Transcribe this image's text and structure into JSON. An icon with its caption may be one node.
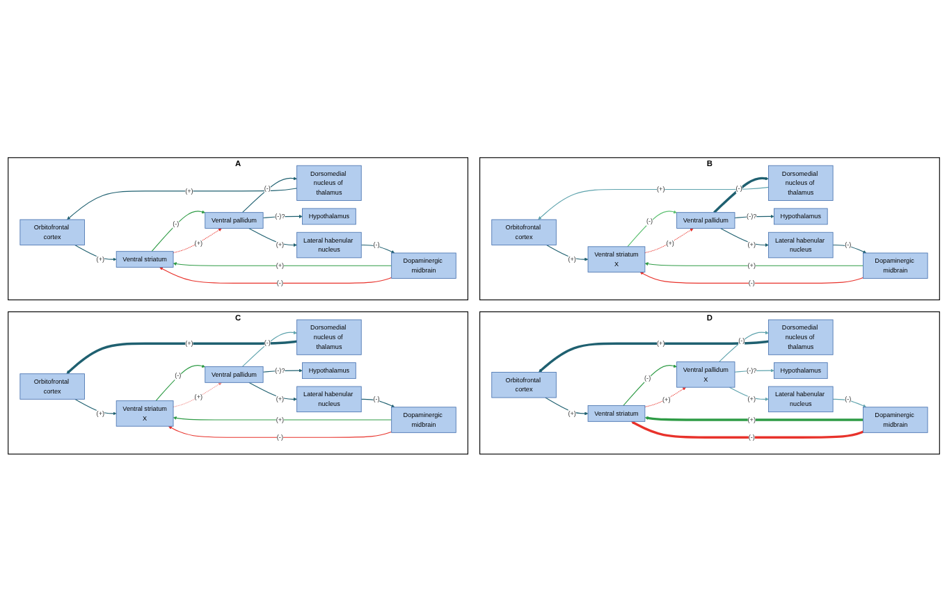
{
  "diagram": {
    "nodes": [
      {
        "text": [
          "A"
        ]
      },
      {
        "text": [
          "Orbitofrontal cortex"
        ],
        "in": 0
      },
      {
        "text": [
          "Ventral striatum"
        ],
        "in": 0
      },
      {
        "text": [
          "Dorsomedial nucleus of thalamus"
        ],
        "in": 0
      },
      {
        "text": [
          "Ventral pallidum"
        ],
        "in": 0
      },
      {
        "text": [
          "Hypothalamus"
        ],
        "in": 0
      },
      {
        "text": [
          "Lateral habenular nucleus"
        ],
        "in": 0
      },
      {
        "text": [
          "Dopaminergic midbrain"
        ],
        "in": 0
      },
      {
        "text": [
          "B"
        ]
      },
      {
        "text": [
          "Orbitofrontal cortex"
        ],
        "in": 8
      },
      {
        "text": [
          "Ventral striatum",
          "X"
        ],
        "in": 8
      },
      {
        "text": [
          "Dorsomedial nucleus of thalamus"
        ],
        "in": 8
      },
      {
        "text": [
          "Ventral pallidum"
        ],
        "in": 8
      },
      {
        "text": [
          "Hypothalamus"
        ],
        "in": 8
      },
      {
        "text": [
          "Lateral habenular nucleus"
        ],
        "in": 8
      },
      {
        "text": [
          "Dopaminergic midbrain"
        ],
        "in": 8
      },
      {
        "text": [
          "C"
        ]
      },
      {
        "text": [
          "Orbitofrontal cortex"
        ],
        "in": 16
      },
      {
        "text": [
          "Ventral striatum",
          "X"
        ],
        "in": 16
      },
      {
        "text": [
          "Dorsomedial nucleus of thalamus"
        ],
        "in": 16
      },
      {
        "text": [
          "Ventral pallidum"
        ],
        "in": 16
      },
      {
        "text": [
          "Hypothalamus"
        ],
        "in": 16
      },
      {
        "text": [
          "Lateral habenular nucleus"
        ],
        "in": 16
      },
      {
        "text": [
          "Dopaminergic midbrain"
        ],
        "in": 16
      },
      {
        "text": [
          "D"
        ]
      },
      {
        "text": [
          "Orbitofrontal cortex"
        ],
        "in": 24
      },
      {
        "text": [
          "Ventral striatum"
        ],
        "in": 24
      },
      {
        "text": [
          "Dorsomedial nucleus of thalamus"
        ],
        "in": 24
      },
      {
        "text": [
          "Ventral pallidum",
          "X"
        ],
        "in": 24
      },
      {
        "text": [
          "Hypothalamus"
        ],
        "in": 24
      },
      {
        "text": [
          "Lateral habenular nucleus"
        ],
        "in": 24
      },
      {
        "text": [
          "Dopaminergic midbrain"
        ],
        "in": 24
      }
    ],
    "edges": [
      {
        "from": 3,
        "to": 1,
        "arrow": "to",
        "label": "(+)"
      },
      {
        "from": 1,
        "to": 2,
        "arrow": "to",
        "label": "(+)"
      },
      {
        "from": 7,
        "to": 2,
        "arrow": "to",
        "label": "(+)",
        "color": "#2e9b45"
      },
      {
        "from": 7,
        "to": 2,
        "arrow": "to",
        "label": "(-)",
        "color": "#e8322b"
      },
      {
        "from": 2,
        "to": 4,
        "arrow": "to",
        "label": "(-)",
        "color": "#2e9b45"
      },
      {
        "from": 2,
        "to": 4,
        "arrow": "to",
        "label": "(+)",
        "style": "dashed",
        "color": "#e8322b"
      },
      {
        "from": 4,
        "to": 3,
        "arrow": "to",
        "label": "(-)"
      },
      {
        "from": 4,
        "to": 5,
        "arrow": "to",
        "label": "(-)?"
      },
      {
        "from": 4,
        "to": 6,
        "arrow": "to",
        "label": "(+)"
      },
      {
        "from": 6,
        "to": 7,
        "arrow": "to",
        "label": "(-)"
      },
      {
        "from": 11,
        "to": 9,
        "arrow": "to",
        "label": "(+)",
        "color": "#5ea3ad"
      },
      {
        "from": 9,
        "to": 10,
        "arrow": "to",
        "label": "(+)"
      },
      {
        "from": 15,
        "to": 10,
        "arrow": "to",
        "label": "(+)",
        "color": "#2e9b45"
      },
      {
        "from": 15,
        "to": 10,
        "arrow": "to",
        "label": "(-)",
        "color": "#e8322b"
      },
      {
        "from": 10,
        "to": 12,
        "arrow": "to",
        "label": "(-)",
        "color": "#5cc070"
      },
      {
        "from": 10,
        "to": 12,
        "arrow": "to",
        "label": "(+)",
        "style": "dashed",
        "color": "#e8322b"
      },
      {
        "from": 12,
        "to": 11,
        "arrow": "to",
        "label": "(-)",
        "style": "thick"
      },
      {
        "from": 12,
        "to": 13,
        "arrow": "to",
        "label": "(-)?"
      },
      {
        "from": 12,
        "to": 14,
        "arrow": "to",
        "label": "(+)"
      },
      {
        "from": 14,
        "to": 15,
        "arrow": "to",
        "label": "(-)"
      },
      {
        "from": 19,
        "to": 17,
        "arrow": "to",
        "label": "(+)",
        "style": "thick"
      },
      {
        "from": 17,
        "to": 18,
        "arrow": "to",
        "label": "(+)"
      },
      {
        "from": 23,
        "to": 18,
        "arrow": "to",
        "label": "(+)",
        "color": "#2e9b45"
      },
      {
        "from": 23,
        "to": 18,
        "arrow": "to",
        "label": "(-)",
        "color": "#e8322b"
      },
      {
        "from": 18,
        "to": 20,
        "arrow": "to",
        "label": "(-)",
        "color": "#2e9b45"
      },
      {
        "from": 18,
        "to": 20,
        "arrow": "to",
        "label": "(+)",
        "style": "dashed",
        "color": "#f08a86"
      },
      {
        "from": 20,
        "to": 19,
        "arrow": "to",
        "label": "(-)",
        "color": "#5ea3ad"
      },
      {
        "from": 20,
        "to": 21,
        "arrow": "to",
        "label": "(-)?"
      },
      {
        "from": 20,
        "to": 22,
        "arrow": "to",
        "label": "(+)"
      },
      {
        "from": 22,
        "to": 23,
        "arrow": "to",
        "label": "(-)"
      },
      {
        "from": 27,
        "to": 25,
        "arrow": "to",
        "label": "(+)",
        "style": "thick"
      },
      {
        "from": 25,
        "to": 26,
        "arrow": "to",
        "label": "(+)"
      },
      {
        "from": 31,
        "to": 26,
        "arrow": "to",
        "label": "(+)",
        "style": "thick",
        "color": "#2e9b45"
      },
      {
        "from": 31,
        "to": 26,
        "arrow": "to",
        "label": "(-)",
        "style": "thick",
        "color": "#e8322b"
      },
      {
        "from": 26,
        "to": 28,
        "arrow": "to",
        "label": "(-)",
        "color": "#2e9b45"
      },
      {
        "from": 26,
        "to": 28,
        "arrow": "to",
        "label": "(+)",
        "style": "dashed",
        "color": "#e8322b"
      },
      {
        "from": 28,
        "to": 27,
        "arrow": "to",
        "label": "(-)",
        "color": "#5ea3ad"
      },
      {
        "from": 28,
        "to": 29,
        "arrow": "to",
        "label": "(-)?",
        "color": "#5ea3ad"
      },
      {
        "from": 28,
        "to": 30,
        "arrow": "to",
        "label": "(+)",
        "color": "#5ea3ad"
      },
      {
        "from": 30,
        "to": 31,
        "arrow": "to",
        "label": "(-)",
        "color": "#5ea3ad"
      }
    ]
  }
}
